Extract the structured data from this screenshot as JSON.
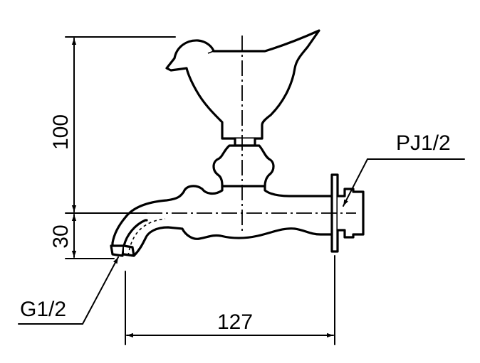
{
  "labels": {
    "height_upper": "100",
    "height_lower": "30",
    "width": "127",
    "inlet_thread": "PJ1/2",
    "outlet_thread": "G1/2"
  }
}
